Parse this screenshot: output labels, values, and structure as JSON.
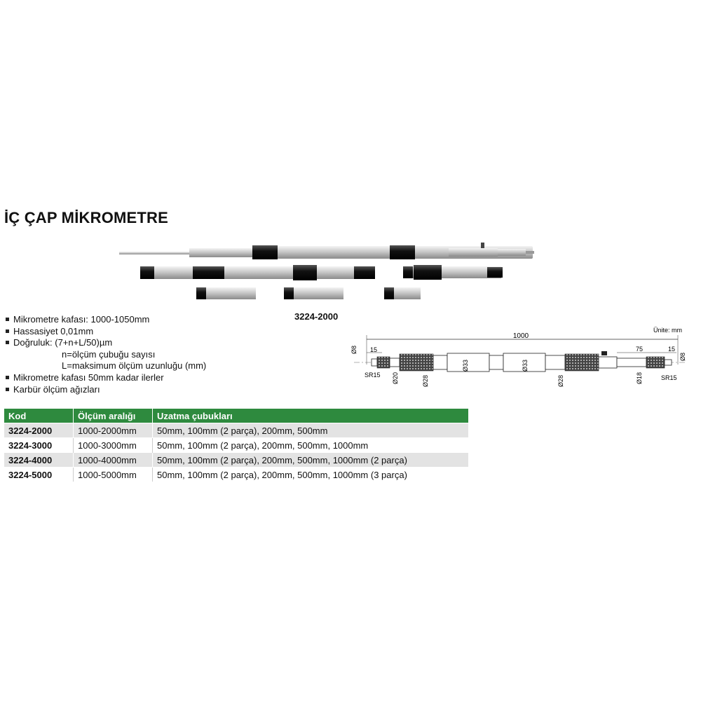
{
  "title": "İÇ ÇAP MİKROMETRE",
  "model_label": "3224-2000",
  "specs": {
    "head": "Mikrometre kafası: 1000-1050mm",
    "resolution": "Hassasiyet 0,01mm",
    "accuracy": "Doğruluk: (7+n+L/50)µm",
    "accuracy_n": "n=ölçüm çubuğu sayısı",
    "accuracy_L": "L=maksimum ölçüm uzunluğu (mm)",
    "travel": "Mikrometre kafası 50mm kadar ilerler",
    "tips": "Karbür ölçüm ağızları"
  },
  "drawing": {
    "unit": "Ünite: mm",
    "length": "1000",
    "d8_left": "Ø8",
    "dim15_left": "15",
    "sr15_left": "SR15",
    "d20": "Ø20",
    "d28_left": "Ø28",
    "d33_a": "Ø33",
    "d33_b": "Ø33",
    "d28_right": "Ø28",
    "dim75": "75",
    "dim15_right": "15",
    "d8_right": "Ø8",
    "d18": "Ø18",
    "sr15_right": "SR15"
  },
  "table": {
    "headers": [
      "Kod",
      "Ölçüm aralığı",
      "Uzatma çubukları"
    ],
    "rows": [
      [
        "3224-2000",
        "1000-2000mm",
        "50mm, 100mm (2 parça), 200mm, 500mm"
      ],
      [
        "3224-3000",
        "1000-3000mm",
        "50mm, 100mm (2 parça), 200mm, 500mm, 1000mm"
      ],
      [
        "3224-4000",
        "1000-4000mm",
        "50mm, 100mm (2 parça), 200mm, 500mm, 1000mm (2 parça)"
      ],
      [
        "3224-5000",
        "1000-5000mm",
        "50mm, 100mm (2 parça), 200mm, 500mm, 1000mm (3 parça)"
      ]
    ],
    "header_color": "#2e8a3e"
  },
  "colors": {
    "rod_light": "#d9d9d9",
    "rod_dark": "#1a1a1a",
    "accent_green": "#2e8a3e"
  }
}
